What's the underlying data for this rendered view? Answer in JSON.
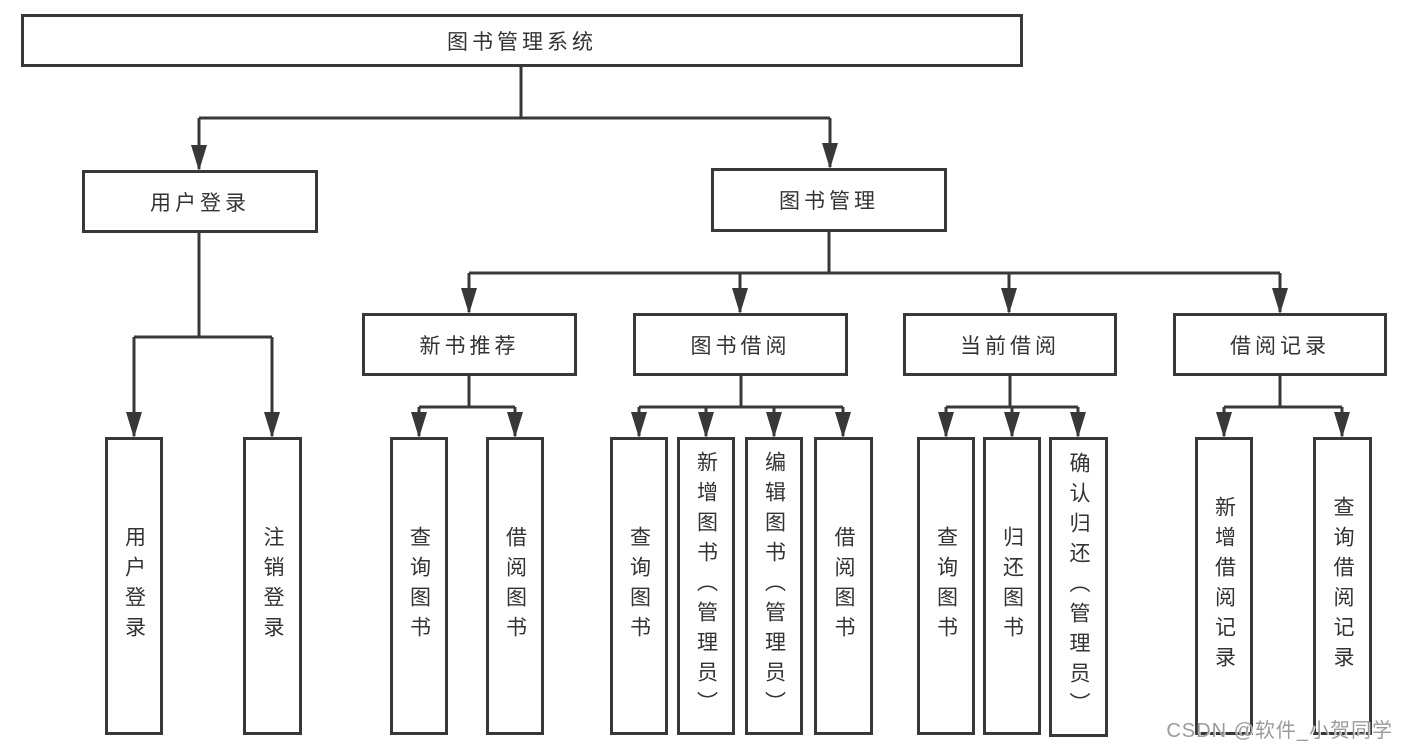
{
  "diagram_title": "图书管理系统",
  "nodes": {
    "root": "图书管理系统",
    "user_login": "用户登录",
    "book_mgmt": "图书管理",
    "new_book_rec": "新书推荐",
    "book_borrow": "图书借阅",
    "current_borrow": "当前借阅",
    "borrow_record": "借阅记录",
    "leaf_user_login": "用户登录",
    "leaf_logout": "注销登录",
    "leaf_query_book_rec": "查询图书",
    "leaf_borrow_book_rec": "借阅图书",
    "leaf_query_book_borrow": "查询图书",
    "leaf_add_book": "新增图书（管理员）",
    "leaf_edit_book": "编辑图书（管理员）",
    "leaf_borrow_book_borrow": "借阅图书",
    "leaf_query_book_current": "查询图书",
    "leaf_return_book": "归还图书",
    "leaf_confirm_return": "确认归还（管理员）",
    "leaf_add_borrow_record": "新增借阅记录",
    "leaf_query_borrow_record": "查询借阅记录"
  },
  "watermark": "CSDN @软件_小贺同学",
  "colors": {
    "background": "#ffffff",
    "box_fill": "#ffffff",
    "box_border": "#383838",
    "line": "#383838",
    "text": "#333333",
    "watermark": "#9b9b9b"
  }
}
